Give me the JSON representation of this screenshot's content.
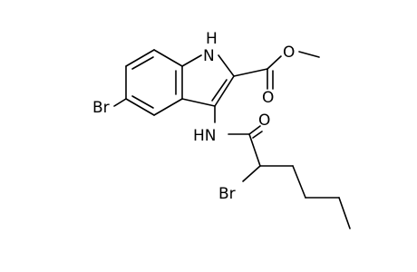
{
  "molecule": {
    "atom_labels": {
      "nh_indole": "H",
      "n_indole": "N",
      "br_ring": "Br",
      "o_ester_ether": "O",
      "o_ester_carbonyl": "O",
      "hn_amide": "HN",
      "o_amide": "O",
      "br_chain": "Br"
    },
    "colors": {
      "bond": "#000000",
      "label": "#000000",
      "background": "#ffffff"
    }
  }
}
